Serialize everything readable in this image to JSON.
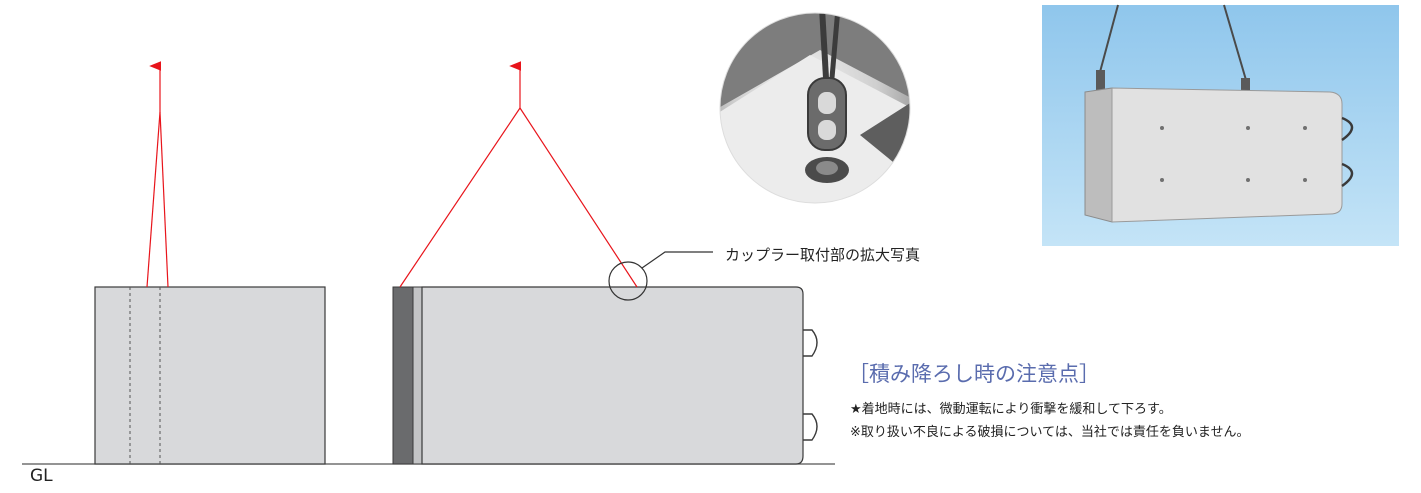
{
  "diagram": {
    "ground_label": "GL",
    "zoom_caption": "カップラー取付部の拡大写真"
  },
  "notes": {
    "title": "［積み降ろし時の注意点］",
    "items": [
      "★着地時には、微動運転により衝撃を緩和して下ろす。",
      "※取り扱い不良による破損については、当社では責任を負いません。"
    ]
  },
  "colors": {
    "sling": "#e8141b",
    "block_fill": "#d8d9db",
    "block_stroke": "#3a3a3a",
    "sky": "#a9d3ef",
    "accent_text": "#5a6cae"
  }
}
